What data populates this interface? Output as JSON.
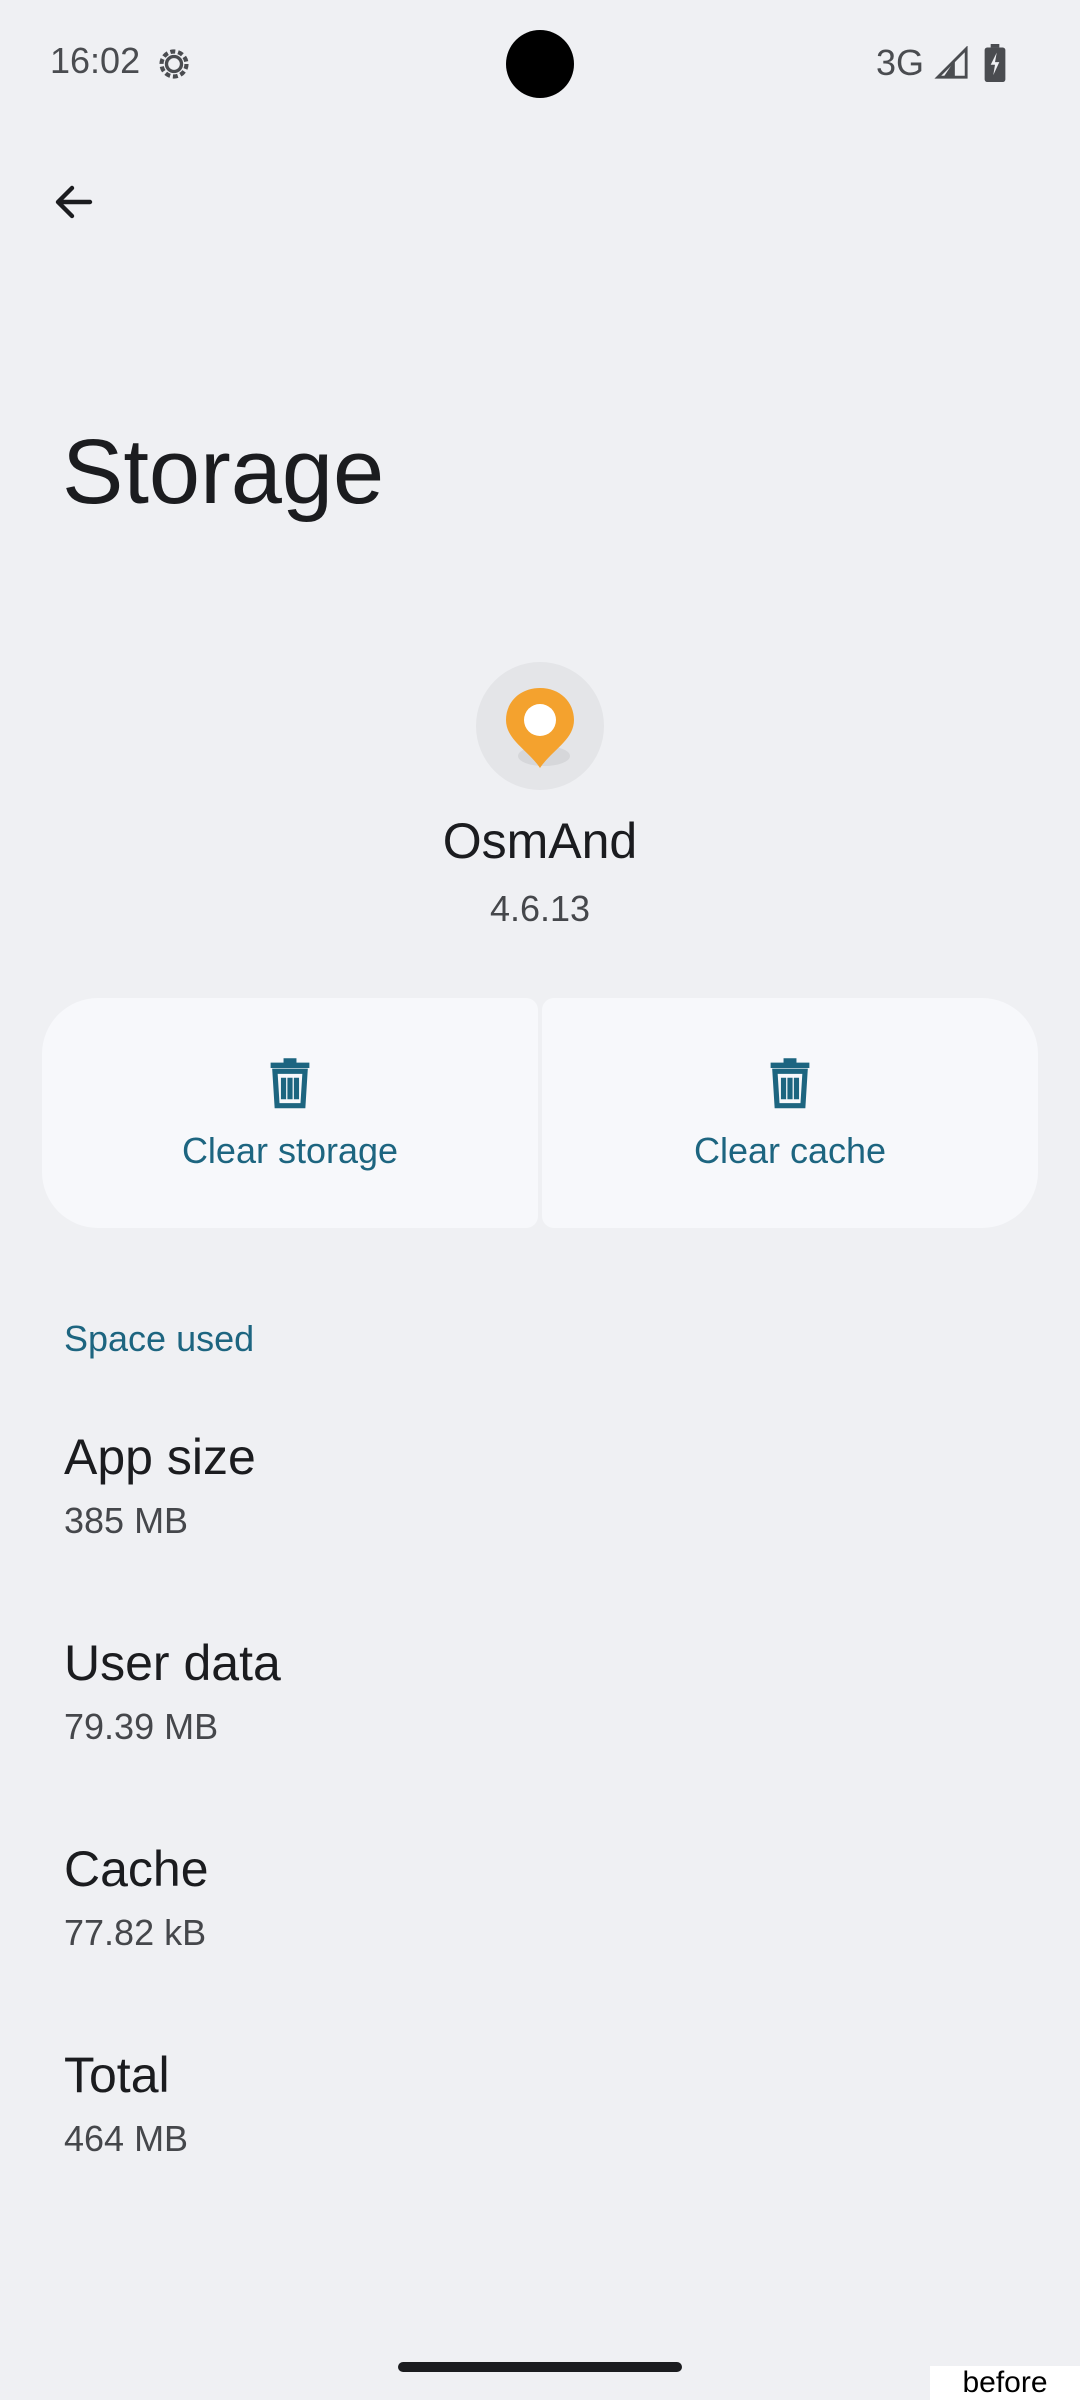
{
  "status_bar": {
    "time": "16:02",
    "network": "3G",
    "icons": [
      "gear-icon",
      "signal-icon",
      "battery-icon"
    ]
  },
  "app_bar": {
    "back_icon": "arrow-back-icon"
  },
  "page": {
    "title": "Storage"
  },
  "app_info": {
    "icon": "osmand-pin-icon",
    "name": "OsmAnd",
    "version": "4.6.13"
  },
  "actions": {
    "clear_storage": {
      "label": "Clear storage",
      "icon": "trash-icon"
    },
    "clear_cache": {
      "label": "Clear cache",
      "icon": "trash-icon"
    }
  },
  "space_used": {
    "header": "Space used",
    "items": [
      {
        "title": "App size",
        "value": "385 MB"
      },
      {
        "title": "User data",
        "value": "79.39 MB"
      },
      {
        "title": "Cache",
        "value": "77.82 kB"
      },
      {
        "title": "Total",
        "value": "464 MB"
      }
    ]
  },
  "overlay": {
    "corner_tag": "before"
  },
  "colors": {
    "background": "#eff0f3",
    "accent": "#1d6580",
    "button_surface": "#f7f8fb",
    "app_icon_orange": "#f4a22e"
  }
}
